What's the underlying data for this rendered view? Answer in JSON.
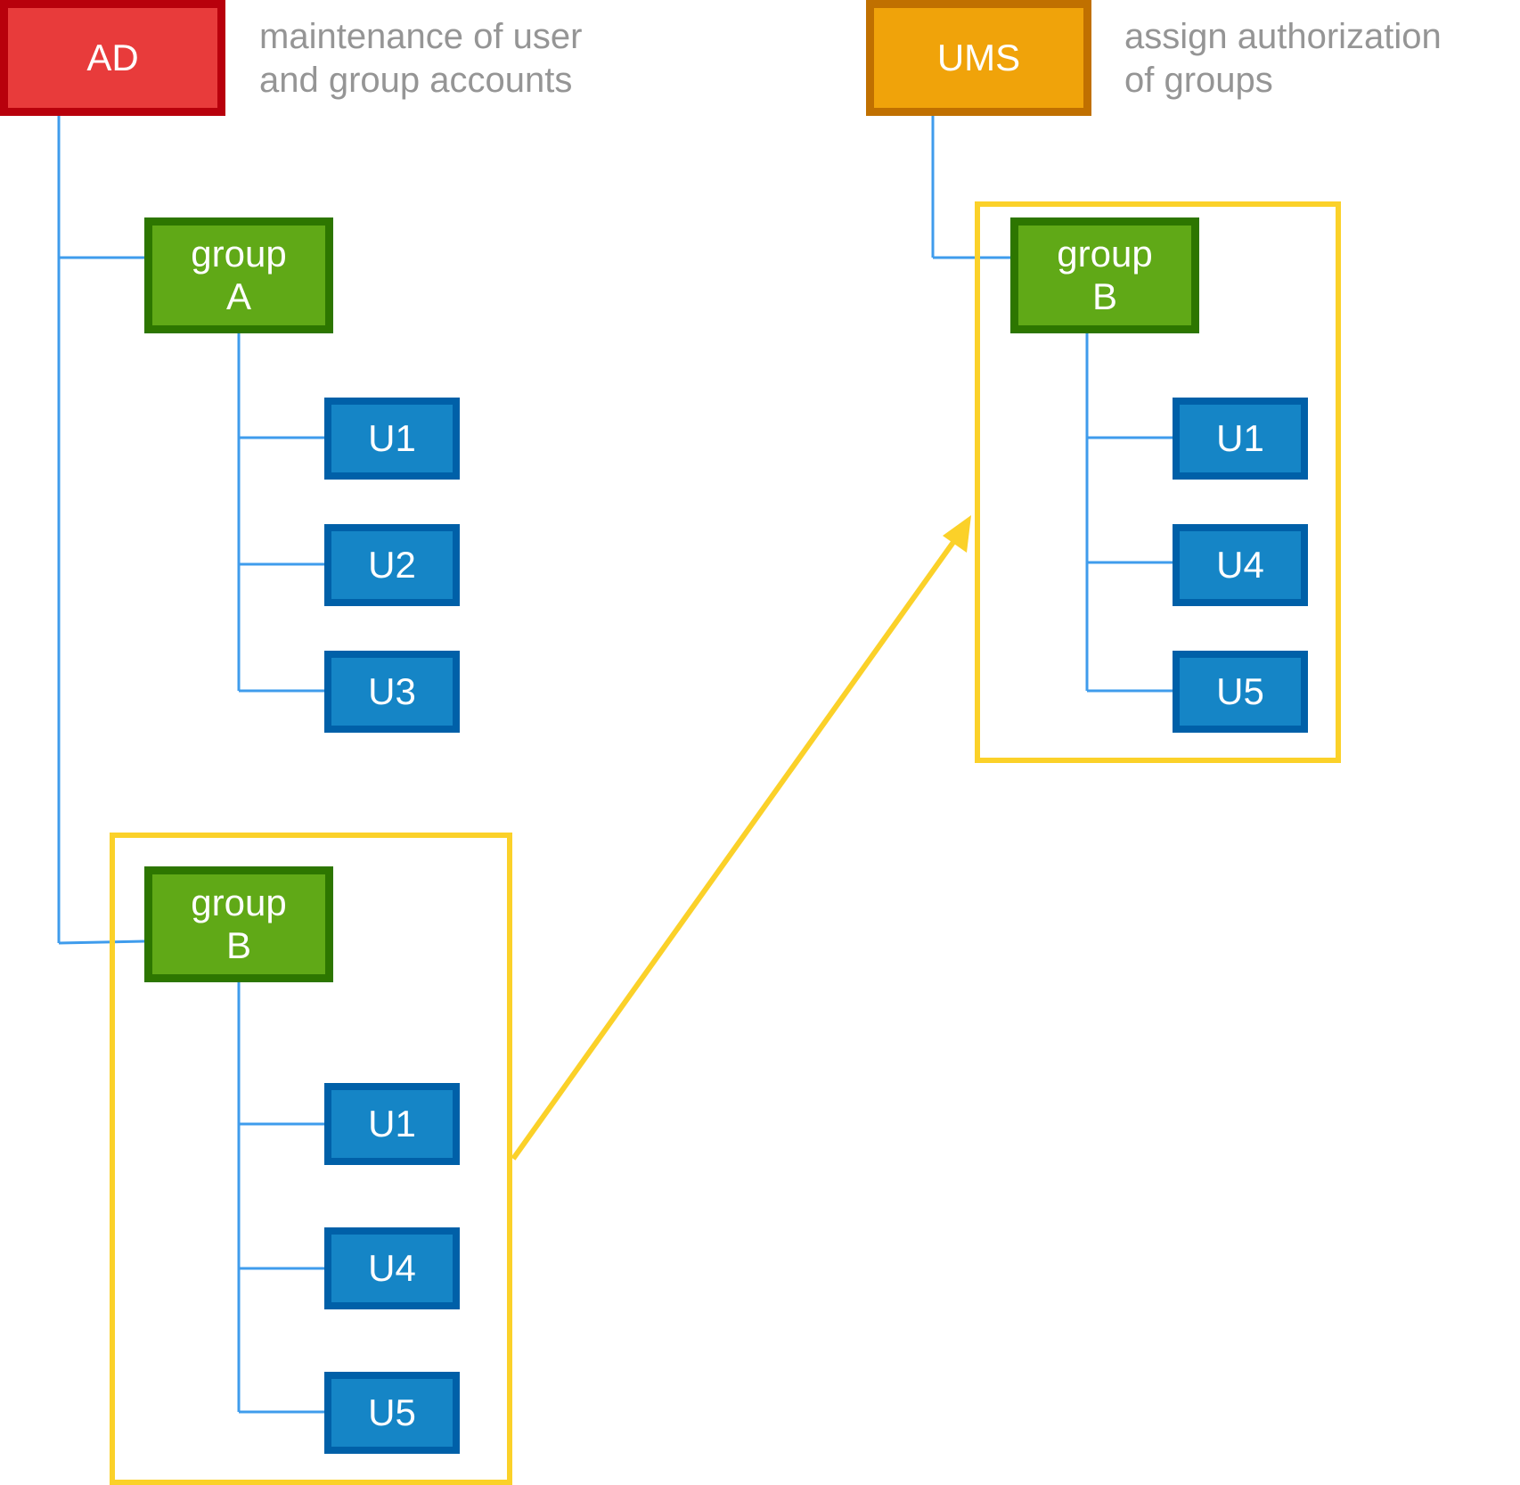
{
  "ad": {
    "label": "AD",
    "note": [
      "maintenance of user",
      "and group accounts"
    ]
  },
  "ums": {
    "label": "UMS",
    "note": [
      "assign authorization",
      "of groups"
    ]
  },
  "ad_groups": [
    {
      "label": "group\nA",
      "users": [
        "U1",
        "U2",
        "U3"
      ]
    },
    {
      "label": "group\nB",
      "users": [
        "U1",
        "U4",
        "U5"
      ]
    }
  ],
  "ums_group": {
    "label": "group\nB",
    "users": [
      "U1",
      "U4",
      "U5"
    ]
  },
  "colors": {
    "ad_fill": "#e83b3b",
    "ad_border": "#b8000c",
    "ums_fill": "#f0a30a",
    "ums_border": "#c07000",
    "group_fill": "#60a917",
    "group_border": "#2d7600",
    "user_fill": "#1585c6",
    "user_border": "#0060a8",
    "connector": "#3f9cec",
    "highlight": "#fbd129",
    "note_text": "#959595"
  }
}
